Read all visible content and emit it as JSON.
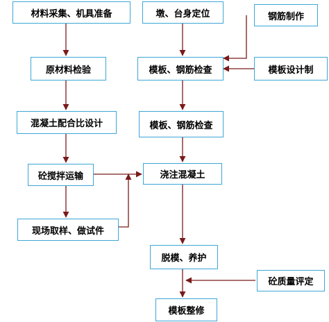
{
  "colors": {
    "box_border": "#3ca6d6",
    "arrow": "#7a1a1a",
    "text": "#000000",
    "background": "#ffffff"
  },
  "nodes": {
    "materials_prep": "材料采集、机具准备",
    "raw_material_check": "原材料检验",
    "mix_design": "混凝土配合比设计",
    "concrete_transport": "砼搅拌运输",
    "sampling": "现场取样、做试件",
    "pier_positioning": "墩、台身定位",
    "formwork_rebar_check_1": "模板、钢筋检查",
    "formwork_rebar_check_2": "模板、钢筋检查",
    "pour_concrete": "浇注混凝土",
    "demold_cure": "脱模、养护",
    "formwork_finish": "模板整修",
    "rebar_fabrication": "钢筋制作",
    "formwork_design": "模板设计制",
    "quality_assessment": "砼质量评定"
  }
}
